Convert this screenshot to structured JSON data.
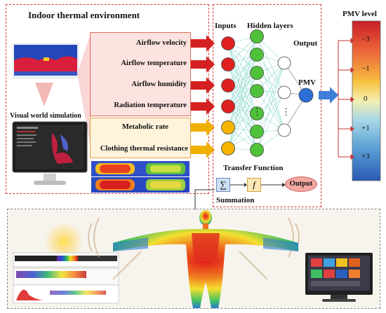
{
  "panel": {
    "title": "Indoor thermal environment",
    "visual_world_label": "Visual world simulation",
    "inputs": [
      "Airflow velocity",
      "Airflow temperature",
      "Airflow humidity",
      "Radiation temperature",
      "Metabolic rate",
      "Clothing thermal resistance"
    ]
  },
  "network": {
    "inputs_label": "Inputs",
    "hidden_label": "Hidden layers",
    "output_label": "Output",
    "pmv_node_label": "PMV",
    "dots": "⋮",
    "transfer_label": "Transfer Function",
    "sum_symbol": "∑",
    "f_symbol": "f",
    "output_oval": "Output",
    "summation_label": "Summation"
  },
  "pmv_scale": {
    "title": "PMV level",
    "ticks": [
      "−3",
      "−1",
      "0",
      "+1",
      "+3"
    ]
  },
  "colors": {
    "input_red": "#e02020",
    "input_orange": "#f5b400",
    "hidden_green": "#4fc23a",
    "pmv_blue": "#2b6fd6",
    "panel_border": "#d43a3a",
    "arrow_blue": "#3f7fd8"
  }
}
